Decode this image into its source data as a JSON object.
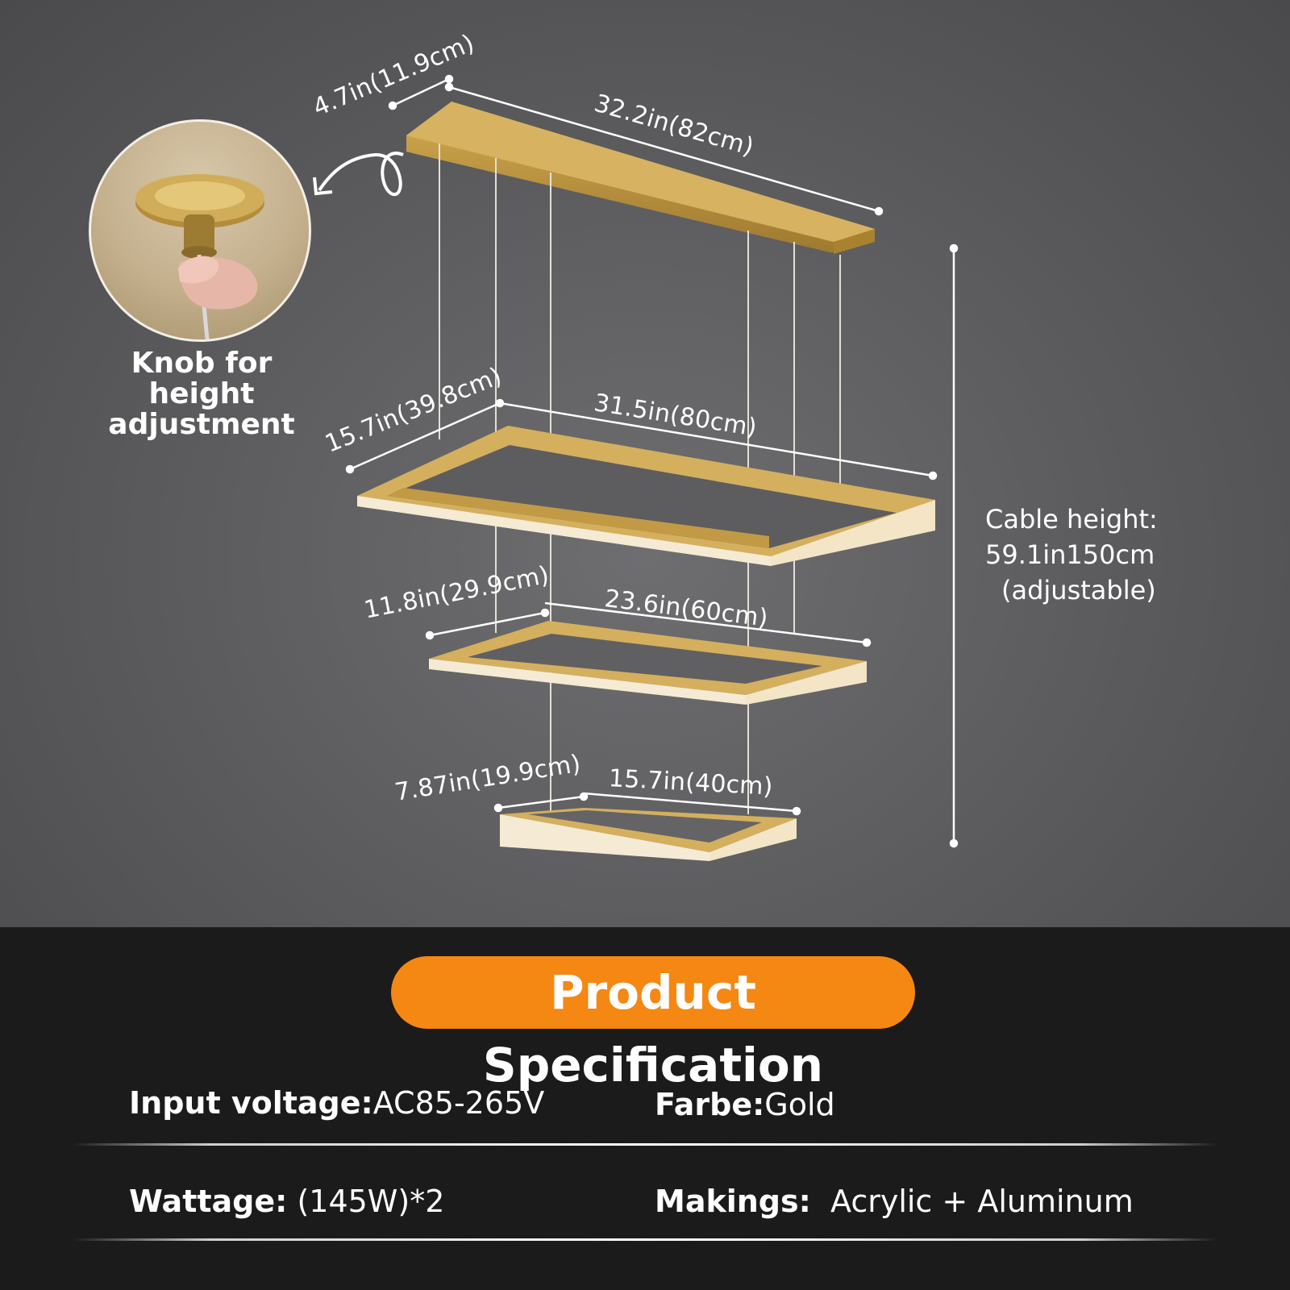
{
  "knob": {
    "label_line1": "Knob for height",
    "label_line2": "adjustment"
  },
  "dimensions": {
    "canopy_depth": "4.7in(11.9cm)",
    "canopy_length": "32.2in(82cm)",
    "ring1_depth": "15.7in(39.8cm)",
    "ring1_length": "31.5in(80cm)",
    "ring2_depth": "11.8in(29.9cm)",
    "ring2_length": "23.6in(60cm)",
    "ring3_depth": "7.87in(19.9cm)",
    "ring3_length": "15.7in(40cm)"
  },
  "cable": {
    "line1": "Cable height:",
    "line2": "59.1in150cm",
    "line3": "(adjustable)"
  },
  "spec": {
    "title": "Product Specification",
    "voltage_label": "Input voltage:",
    "voltage_value": "AC85-265V",
    "color_label": "Farbe:",
    "color_value": "Gold",
    "wattage_label": "Wattage:",
    "wattage_value": " (145W)*2",
    "material_label": "Makings:",
    "material_value": "  Acrylic + Aluminum"
  },
  "colors": {
    "accent": "#f58713",
    "gold": "#c9a552",
    "background_top": "#5e5e60",
    "background_bottom": "#1b1b1b"
  }
}
